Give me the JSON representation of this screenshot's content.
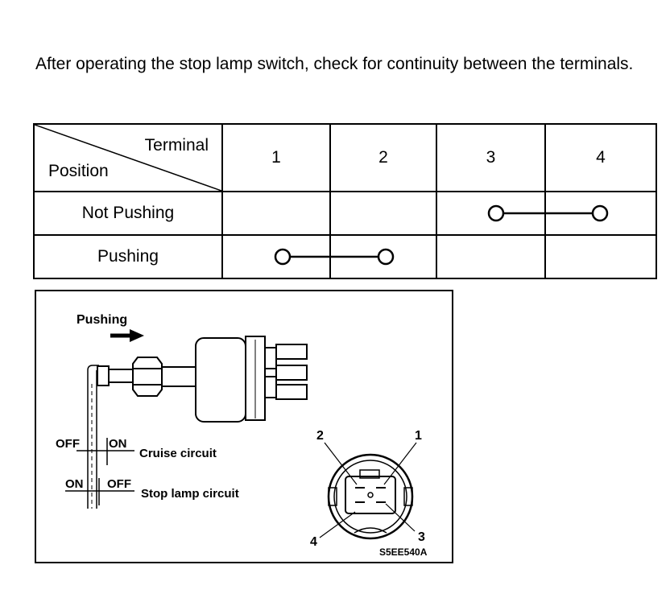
{
  "instruction": "After operating the stop lamp switch, check for continuity between the terminals.",
  "table": {
    "header_terminal": "Terminal",
    "header_position": "Position",
    "terminals": [
      "1",
      "2",
      "3",
      "4"
    ],
    "rows": [
      {
        "position": "Not Pushing",
        "connected": [
          "3",
          "4"
        ]
      },
      {
        "position": "Pushing",
        "connected": [
          "1",
          "2"
        ]
      }
    ]
  },
  "figure": {
    "pushing_label": "Pushing",
    "cruise_off": "OFF",
    "cruise_on": "ON",
    "cruise_label": "Cruise circuit",
    "stop_on": "ON",
    "stop_off": "OFF",
    "stop_label": "Stop lamp circuit",
    "connector_pins": [
      "1",
      "2",
      "3",
      "4"
    ],
    "figure_code": "S5EE540A"
  }
}
